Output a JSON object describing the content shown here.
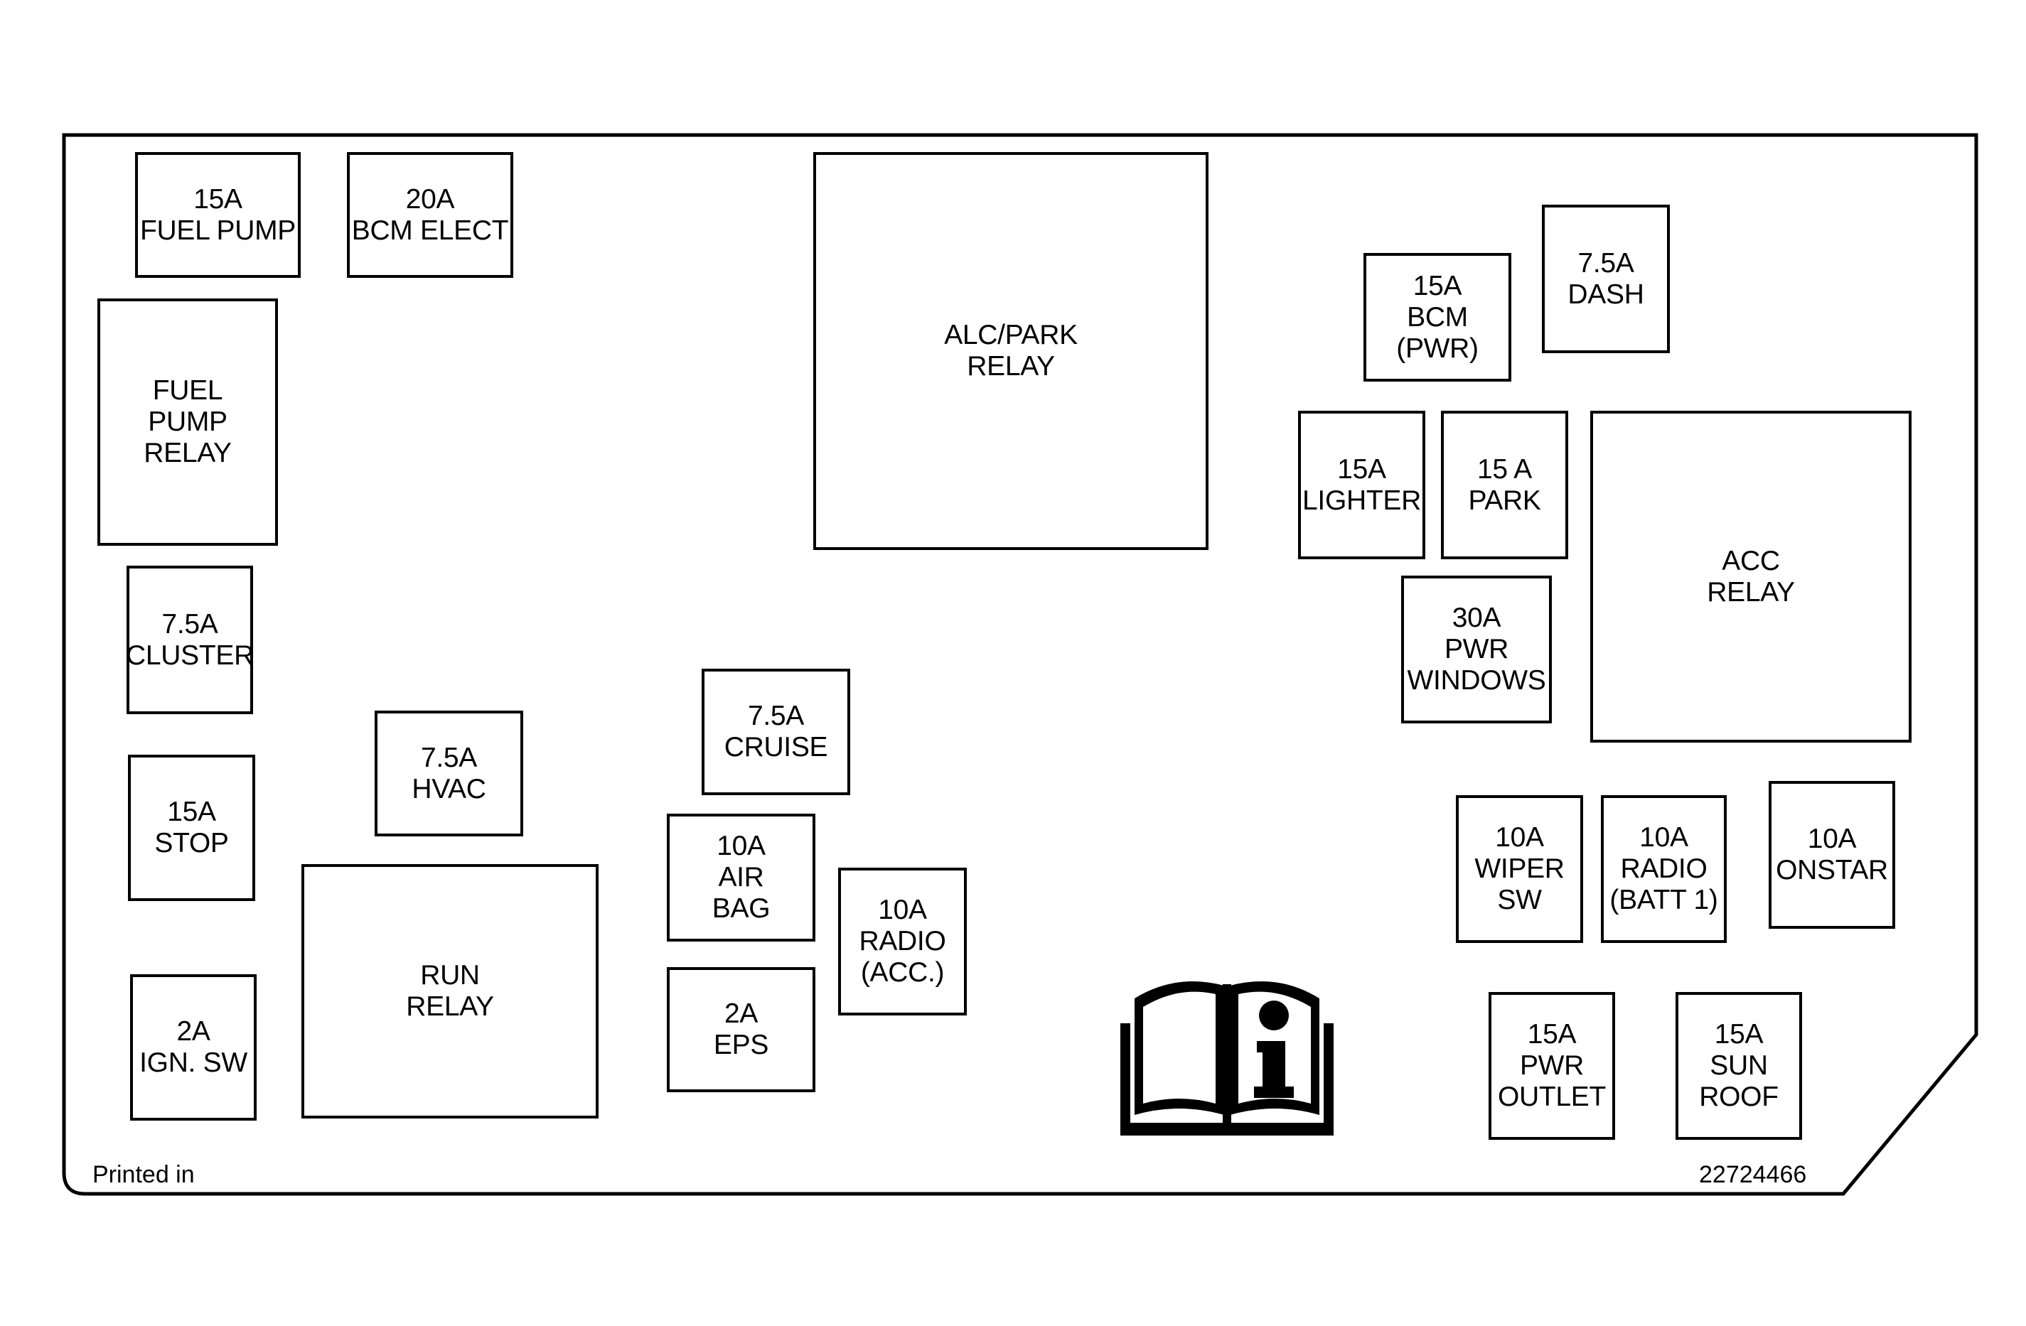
{
  "fuses": [
    {
      "id": "fuel-pump-fuse",
      "lines": [
        "15A",
        "FUEL PUMP"
      ]
    },
    {
      "id": "bcm-elect-fuse",
      "lines": [
        "20A",
        "BCM ELECT"
      ]
    },
    {
      "id": "fuel-pump-relay",
      "lines": [
        "FUEL",
        "PUMP",
        "RELAY"
      ]
    },
    {
      "id": "cluster-fuse",
      "lines": [
        "7.5A",
        "CLUSTER"
      ]
    },
    {
      "id": "stop-fuse",
      "lines": [
        "15A",
        "STOP"
      ]
    },
    {
      "id": "ign-sw-fuse",
      "lines": [
        "2A",
        "IGN. SW"
      ]
    },
    {
      "id": "hvac-fuse",
      "lines": [
        "7.5A",
        "HVAC"
      ]
    },
    {
      "id": "run-relay",
      "lines": [
        "RUN",
        "RELAY"
      ]
    },
    {
      "id": "alc-park-relay",
      "lines": [
        "ALC/PARK",
        "RELAY"
      ]
    },
    {
      "id": "cruise-fuse",
      "lines": [
        "7.5A",
        "CRUISE"
      ]
    },
    {
      "id": "air-bag-fuse",
      "lines": [
        "10A",
        "AIR",
        "BAG"
      ]
    },
    {
      "id": "eps-fuse",
      "lines": [
        "2A",
        "EPS"
      ]
    },
    {
      "id": "radio-acc-fuse",
      "lines": [
        "10A",
        "RADIO",
        "(ACC.)"
      ]
    },
    {
      "id": "bcm-pwr-fuse",
      "lines": [
        "15A",
        "BCM",
        "(PWR)"
      ]
    },
    {
      "id": "dash-fuse",
      "lines": [
        "7.5A",
        "DASH"
      ]
    },
    {
      "id": "lighter-fuse",
      "lines": [
        "15A",
        "LIGHTER"
      ]
    },
    {
      "id": "park-fuse",
      "lines": [
        "15 A",
        "PARK"
      ]
    },
    {
      "id": "pwr-windows-fuse",
      "lines": [
        "30A",
        "PWR",
        "WINDOWS"
      ]
    },
    {
      "id": "acc-relay",
      "lines": [
        "ACC",
        "RELAY"
      ]
    },
    {
      "id": "wiper-sw-fuse",
      "lines": [
        "10A",
        "WIPER",
        "SW"
      ]
    },
    {
      "id": "radio-batt1-fuse",
      "lines": [
        "10A",
        "RADIO",
        "(BATT 1)"
      ]
    },
    {
      "id": "onstar-fuse",
      "lines": [
        "10A",
        "ONSTAR"
      ]
    },
    {
      "id": "pwr-outlet-fuse",
      "lines": [
        "15A",
        "PWR",
        "OUTLET"
      ]
    },
    {
      "id": "sun-roof-fuse",
      "lines": [
        "15A",
        "SUN",
        "ROOF"
      ]
    }
  ],
  "footer": {
    "printed_in": "Printed in",
    "part_number": "22724466"
  },
  "icons": {
    "manual": "owners-manual-info-icon"
  }
}
